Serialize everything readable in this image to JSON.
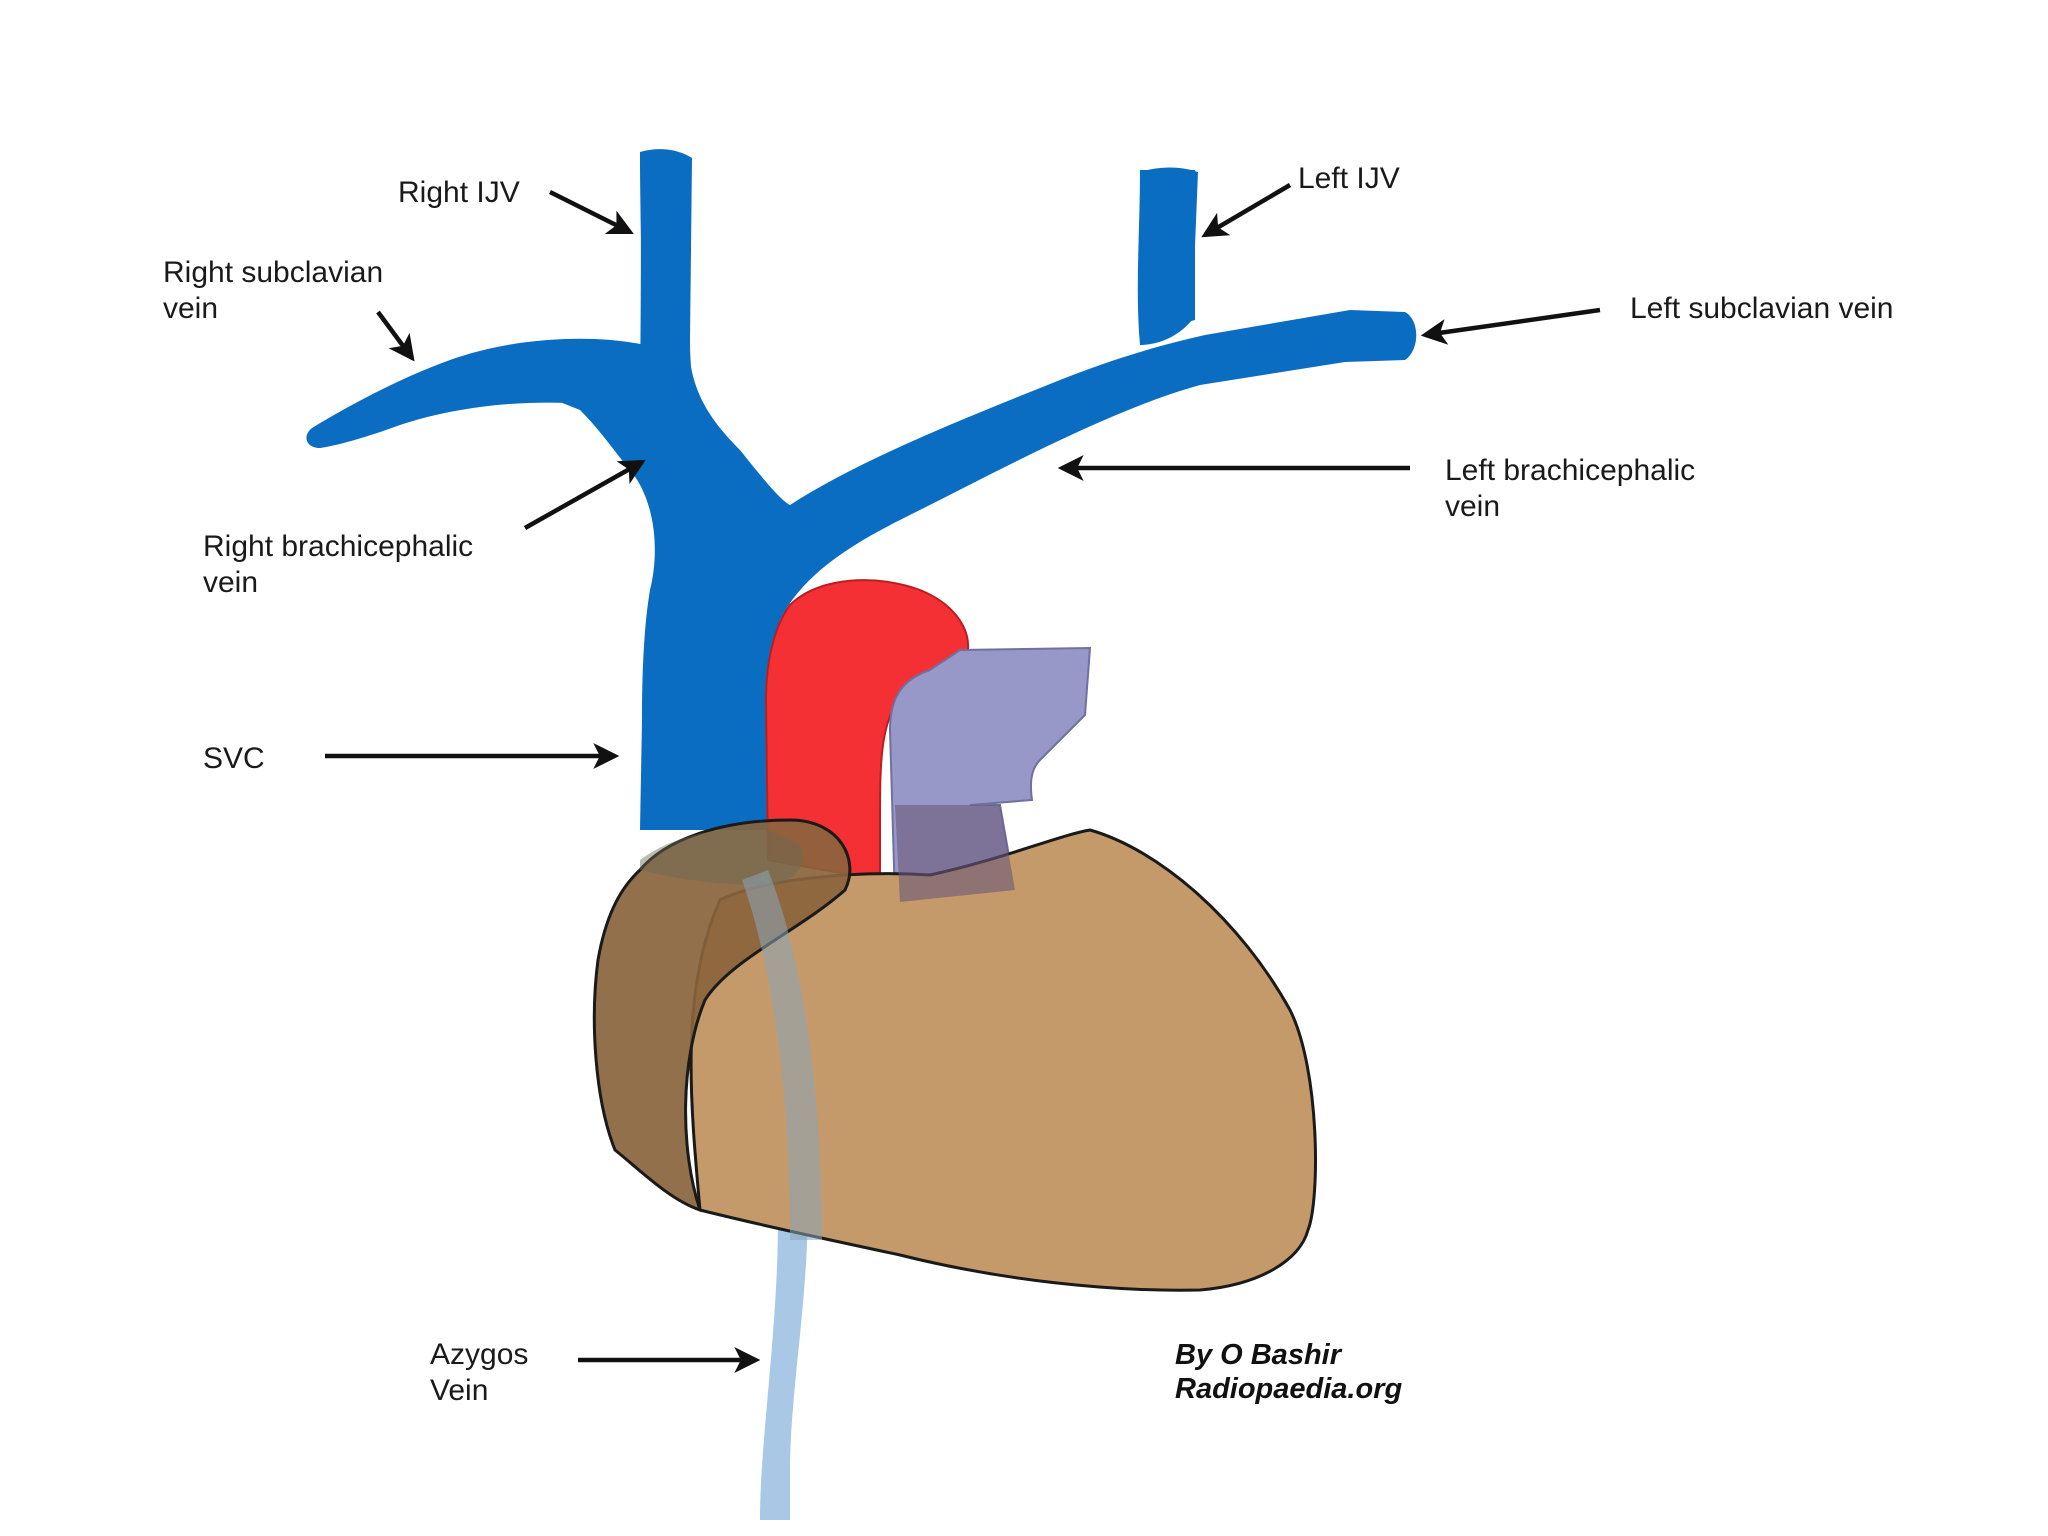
{
  "labels": {
    "right_ijv": "Right IJV",
    "left_ijv": "Left IJV",
    "right_subclavian_line1": "Right subclavian",
    "right_subclavian_line2": "vein",
    "left_subclavian": "Left subclavian vein",
    "left_brachiocephalic_line1": "Left brachicephalic",
    "left_brachiocephalic_line2": "vein",
    "right_brachiocephalic_line1": "Right brachicephalic",
    "right_brachiocephalic_line2": "vein",
    "svc": "SVC",
    "azygos_line1": "Azygos",
    "azygos_line2": "Vein"
  },
  "credit": {
    "line1": "By O Bashir",
    "line2": "Radiopaedia.org"
  },
  "colors": {
    "vein": "#0a6dc2",
    "aorta": "#f53034",
    "pulmonary": "#9898c8",
    "heart": "#c59a6b",
    "right_atrium": "#8a643d",
    "azygos": "#a8c8e6"
  }
}
